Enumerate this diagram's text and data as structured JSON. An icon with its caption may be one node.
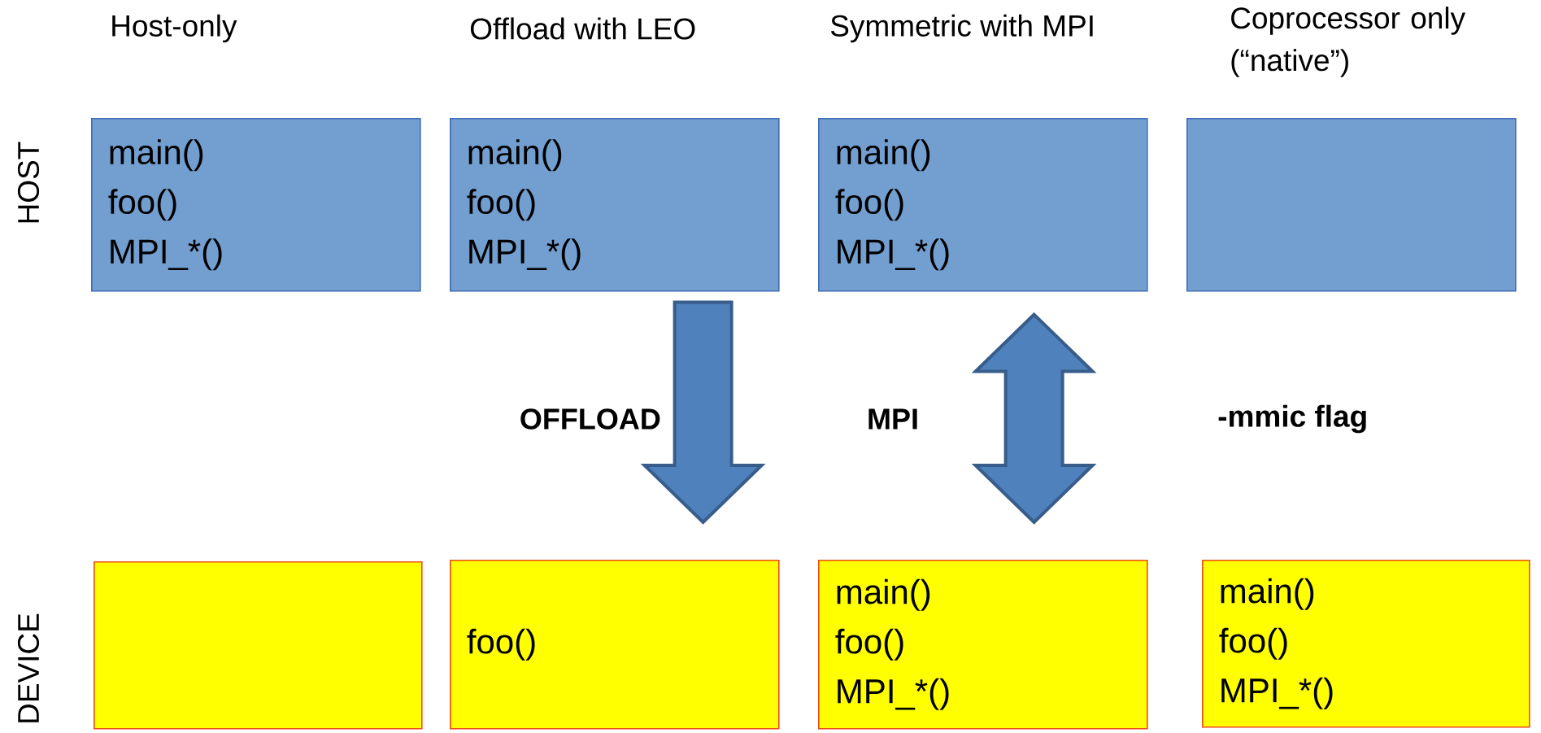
{
  "diagram": {
    "nodes": [
      {
        "text": [
          "main()",
          "foo()",
          "MPI_*()"
        ]
      },
      {
        "text": [
          "main()",
          "foo()",
          "MPI_*()"
        ]
      },
      {
        "text": [
          "main()",
          "foo()",
          "MPI_*()"
        ]
      },
      {
        "text": [],
        "shape": "box"
      },
      {
        "text": [],
        "shape": "box"
      },
      {
        "text": [
          "foo()"
        ]
      },
      {
        "text": [
          "main()",
          "foo()",
          "MPI_*()"
        ]
      },
      {
        "text": [
          "main()",
          "foo()",
          "MPI_*()"
        ]
      }
    ],
    "edges": [
      {
        "from": 1,
        "to": 5,
        "arrow": "to",
        "label": "OFFLOAD"
      },
      {
        "from": 2,
        "to": 6,
        "arrow": "both",
        "label": "MPI"
      }
    ],
    "labels": [
      "Host-only",
      "Offload with LEO",
      "Symmetric with MPI",
      "Coprocessor only (“native”)",
      "HOST",
      "-mmic flag",
      "DEVICE"
    ]
  }
}
